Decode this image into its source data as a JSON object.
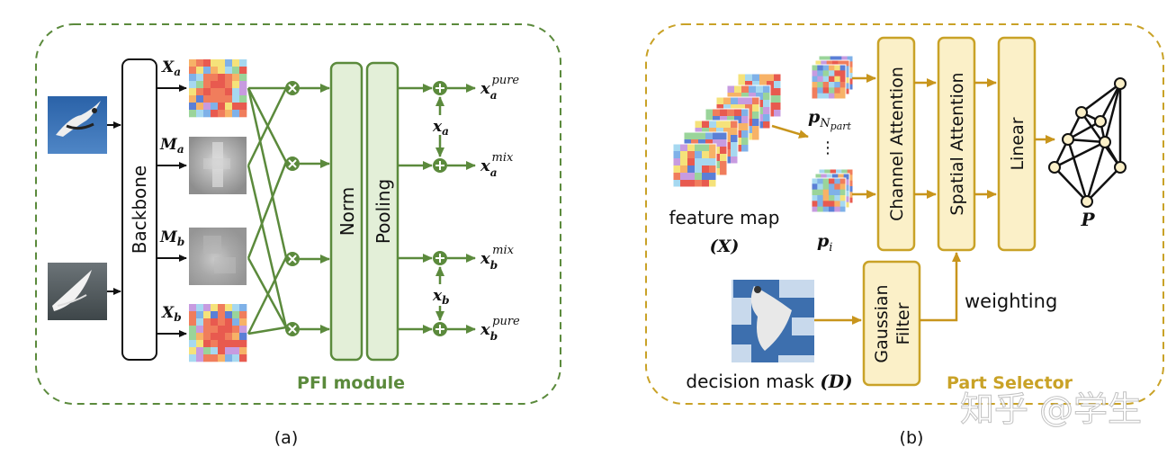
{
  "panel_a": {
    "caption": "(a)",
    "module_label": "PFI module",
    "backbone_label": "Backbone",
    "norm_label": "Norm",
    "pooling_label": "Pooling",
    "inputs": [
      {
        "base": "X",
        "sub": "a"
      },
      {
        "base": "M",
        "sub": "a"
      },
      {
        "base": "M",
        "sub": "b"
      },
      {
        "base": "X",
        "sub": "b"
      }
    ],
    "residuals": [
      {
        "base": "x",
        "sub": "a"
      },
      {
        "base": "x",
        "sub": "b"
      }
    ],
    "outputs": [
      {
        "base": "x",
        "sub": "a",
        "sup": "pure"
      },
      {
        "base": "x",
        "sub": "a",
        "sup": "mix"
      },
      {
        "base": "x",
        "sub": "b",
        "sup": "mix"
      },
      {
        "base": "x",
        "sub": "b",
        "sup": "pure"
      }
    ]
  },
  "panel_b": {
    "caption": "(b)",
    "selector_label": "Part Selector",
    "feature_map_label": "feature map",
    "feature_map_symbol": "(X)",
    "p_top": {
      "base": "p",
      "sub": "N",
      "subsub": "part"
    },
    "p_dots": "⋮",
    "p_bottom": {
      "base": "p",
      "sub": "i"
    },
    "channel_attention": "Channel Attention",
    "spatial_attention": "Spatial Attention",
    "linear": "Linear",
    "graph_symbol": "P",
    "gaussian_line1": "Gaussian",
    "gaussian_line2": "Filter",
    "weighting_label": "weighting",
    "decision_mask_label": "decision mask",
    "decision_mask_symbol": "(D)"
  },
  "watermark": "知乎 @学生",
  "colors": {
    "green": "#5b8a3c",
    "green_fill": "#e3efd8",
    "gold": "#c9a227",
    "gold_fill": "#fbf0c8",
    "arrow_gold": "#c8951c"
  }
}
